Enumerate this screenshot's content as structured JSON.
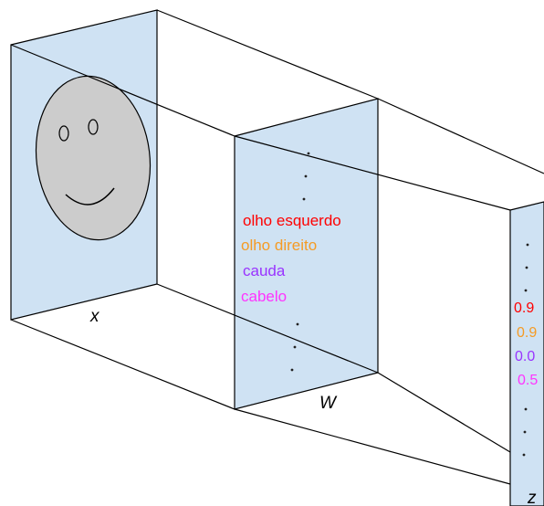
{
  "colors": {
    "panel": "#cfe2f3",
    "face": "#cccccc",
    "line": "#000000",
    "feature_1": "#ff0000",
    "feature_2": "#f59b24",
    "feature_3": "#9933ff",
    "feature_4": "#ff33ff"
  },
  "panels": {
    "input": {
      "label": "x"
    },
    "middle": {
      "label": "W",
      "features": [
        {
          "text": "olho esquerdo",
          "color": "#ff0000"
        },
        {
          "text": "olho direito",
          "color": "#f59b24"
        },
        {
          "text": "cauda",
          "color": "#9933ff"
        },
        {
          "text": "cabelo",
          "color": "#ff33ff"
        }
      ]
    },
    "output": {
      "label": "z",
      "values": [
        {
          "text": "0.9",
          "color": "#ff0000"
        },
        {
          "text": "0.9",
          "color": "#f59b24"
        },
        {
          "text": "0.0",
          "color": "#9933ff"
        },
        {
          "text": "0.5",
          "color": "#ff33ff"
        }
      ]
    }
  },
  "icons": [
    "smiley-face-icon",
    "ellipsis-dots-icon"
  ]
}
